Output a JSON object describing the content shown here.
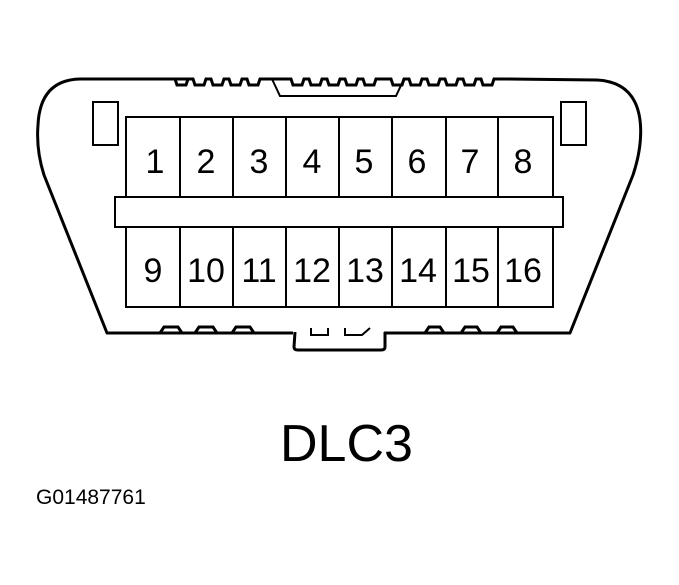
{
  "diagram": {
    "title": "DLC3",
    "figure_id": "G01487761",
    "connector": {
      "type": "OBD-II 16-pin data link connector",
      "top_row_pins": [
        "1",
        "2",
        "3",
        "4",
        "5",
        "6",
        "7",
        "8"
      ],
      "bottom_row_pins": [
        "9",
        "10",
        "11",
        "12",
        "13",
        "14",
        "15",
        "16"
      ]
    },
    "colors": {
      "line": "#000000",
      "background": "#ffffff"
    }
  }
}
